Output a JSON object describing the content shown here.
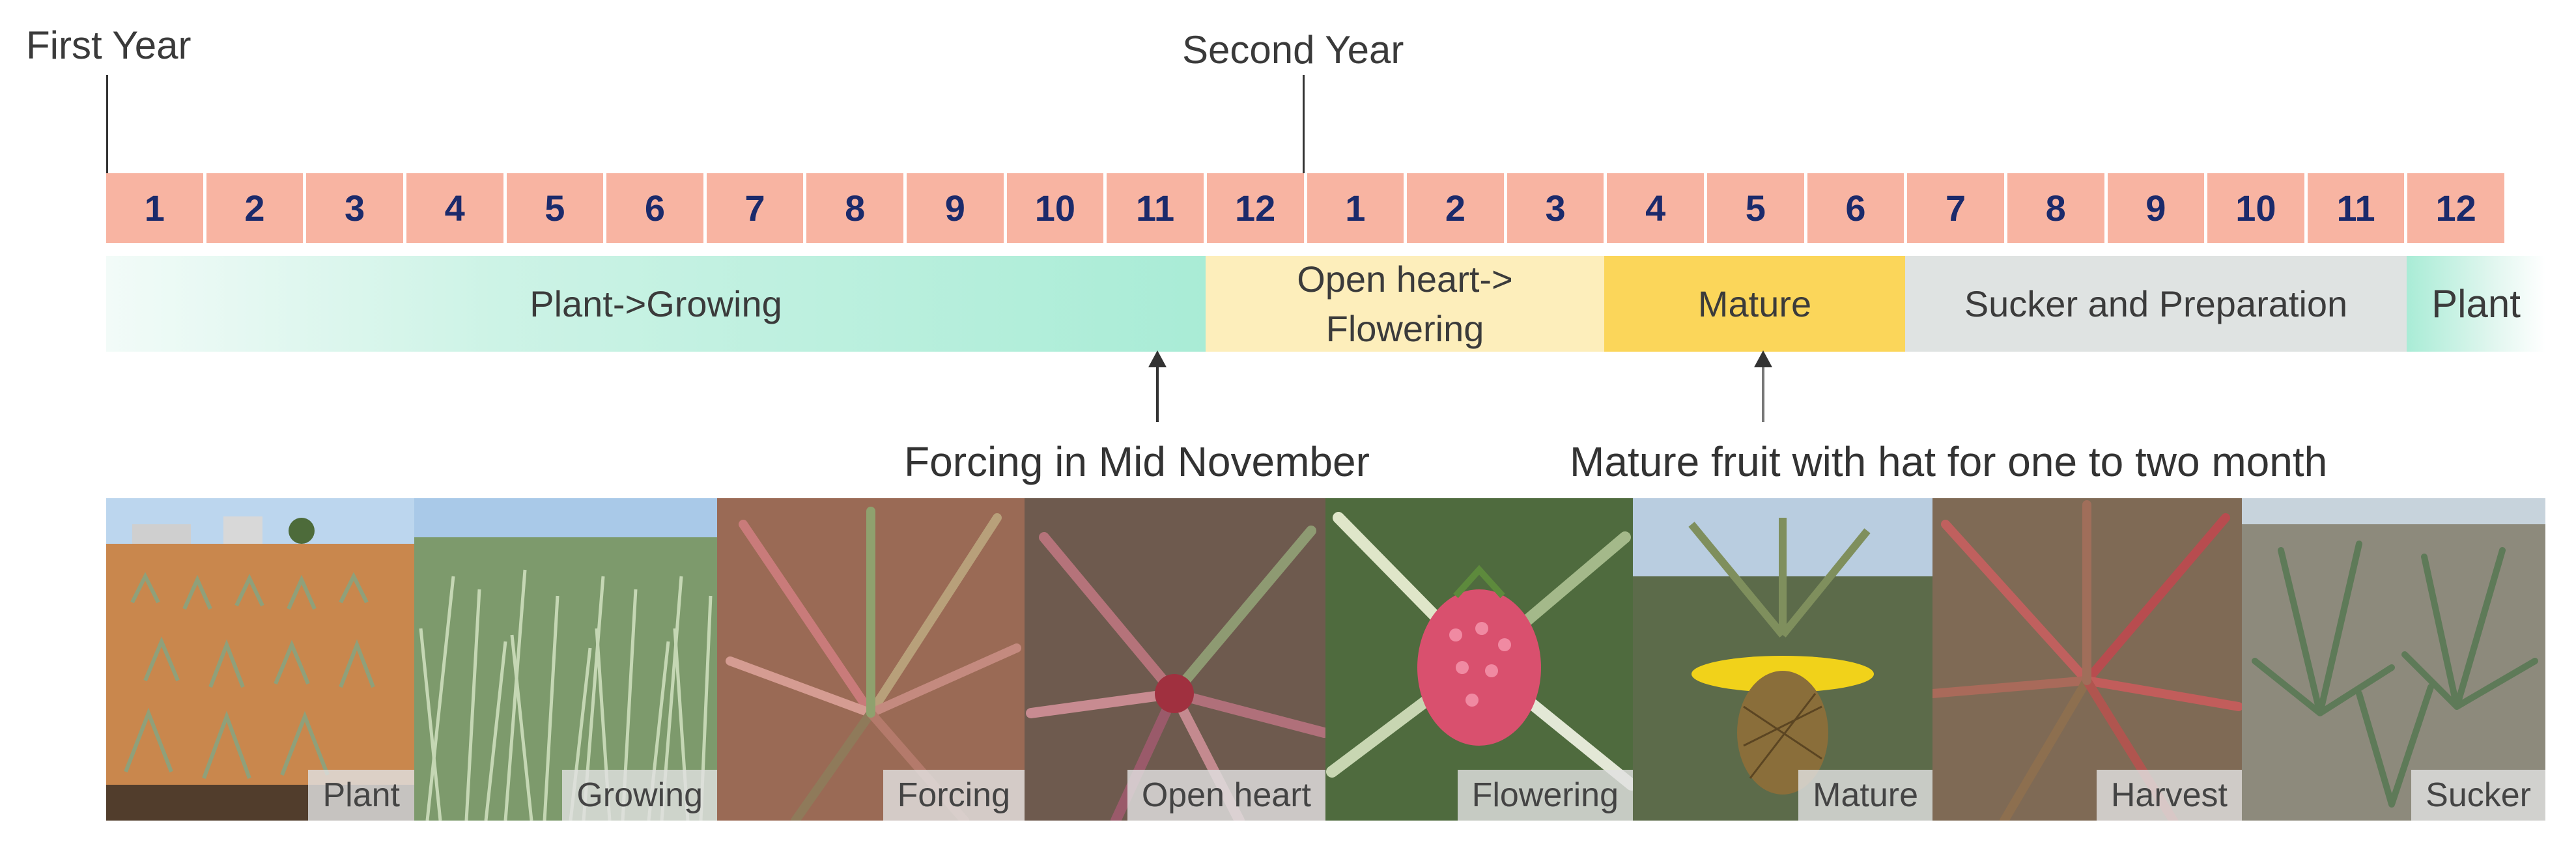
{
  "year_labels": {
    "first": "First Year",
    "second": "Second Year"
  },
  "months": [
    "1",
    "2",
    "3",
    "4",
    "5",
    "6",
    "7",
    "8",
    "9",
    "10",
    "11",
    "12",
    "1",
    "2",
    "3",
    "4",
    "5",
    "6",
    "7",
    "8",
    "9",
    "10",
    "11",
    "12"
  ],
  "phases": {
    "growing": "Plant->Growing",
    "open_heart": "Open heart->\nFlowering",
    "mature": "Mature",
    "sucker": "Sucker and Preparation",
    "plant": "Plant"
  },
  "annotations": {
    "forcing": "Forcing in Mid November",
    "mature_fruit": "Mature fruit with hat for one to two month"
  },
  "photos": [
    {
      "label": "Plant"
    },
    {
      "label": "Growing"
    },
    {
      "label": "Forcing"
    },
    {
      "label": "Open heart"
    },
    {
      "label": "Flowering"
    },
    {
      "label": "Mature"
    },
    {
      "label": "Harvest"
    },
    {
      "label": "Sucker"
    }
  ],
  "colors": {
    "month_cell": "#f8b4a2",
    "month_text": "#1b2a6b",
    "growing": "#a9ecd6",
    "open_heart": "#fdeebb",
    "mature": "#fbd65a",
    "sucker": "#dfe3e2"
  }
}
